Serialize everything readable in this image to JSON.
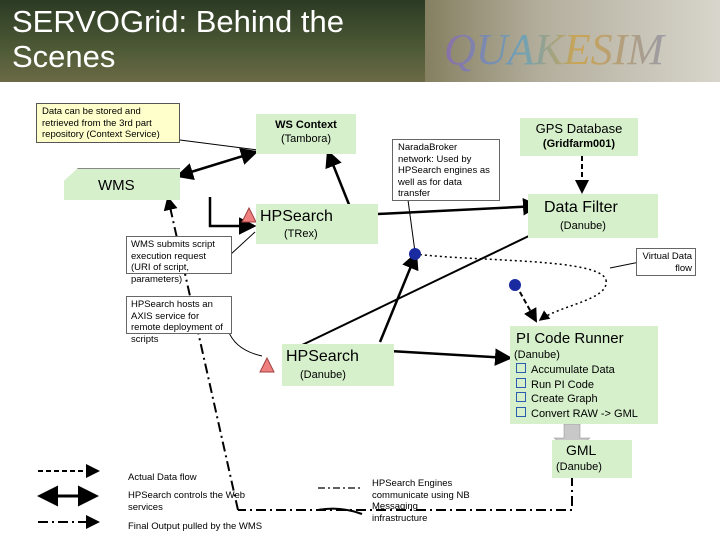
{
  "title": "SERVOGrid: Behind the Scenes",
  "logo_text": "QUAKESIM",
  "notes": {
    "context_storage": "Data can be stored and retrieved from the 3rd part repository (Context Service)",
    "narada": "NaradaBroker network: Used by HPSearch engines as well as for data transfer",
    "wms_submits": "WMS submits script execution request (URI of script, parameters)",
    "hpsearch_hosts": "HPSearch hosts an AXIS service for remote deployment of scripts",
    "virtual_flow": "Virtual Data flow"
  },
  "nodes": {
    "wms": "WMS",
    "ws_context": {
      "name": "WS Context",
      "host": "(Tambora)"
    },
    "gps_db": {
      "name": "GPS Database",
      "host": "(Gridfarm001)"
    },
    "data_filter": {
      "name": "Data Filter",
      "host": "(Danube)"
    },
    "hpsearch_trex": {
      "name": "HPSearch",
      "host": "(TRex)"
    },
    "hpsearch_danube": {
      "name": "HPSearch",
      "host": "(Danube)"
    },
    "pi_runner": {
      "name": "PI Code Runner",
      "host": "(Danube)",
      "steps": [
        "Accumulate Data",
        "Run PI Code",
        "Create Graph",
        "Convert RAW -> GML"
      ]
    },
    "gml": {
      "name": "GML",
      "host": "(Danube)"
    }
  },
  "legend": {
    "actual_flow": "Actual Data flow",
    "controls": "HPSearch controls the Web services",
    "final_output": "Final Output pulled by the WMS",
    "engines": "HPSearch Engines communicate using NB Messaging infrastructure"
  },
  "colors": {
    "banner": "#3a4a2a",
    "node_fill": "#d6f0cc",
    "note_fill": "#ffffcc",
    "triangle": "#f08080",
    "broker_node": "#1a2aa0"
  }
}
